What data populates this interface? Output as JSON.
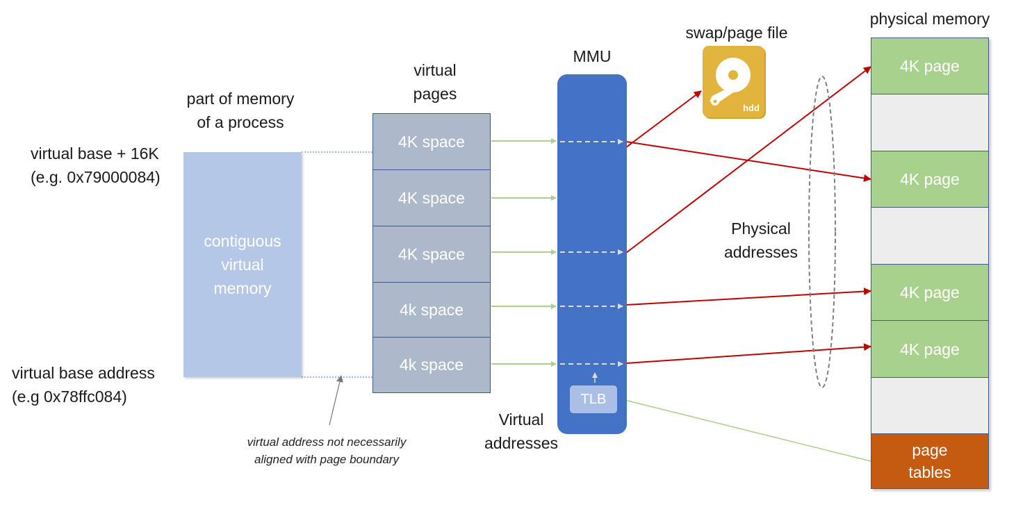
{
  "labels": {
    "process_memory": "part of memory\nof a process",
    "virtual_pages": "virtual\npages",
    "mmu": "MMU",
    "swap_file": "swap/page file",
    "physical_memory": "physical memory",
    "virtual_top": "virtual base + 16K\n(e.g. 0x79000084)",
    "virtual_bottom": "virtual base address\n(e.g 0x78ffc084)",
    "alignment_note": "virtual address not necessarily\naligned with page boundary",
    "virtual_addresses": "Virtual\naddresses",
    "physical_addresses": "Physical\naddresses",
    "contiguous": "contiguous\nvirtual\nmemory",
    "tlb": "TLB",
    "hdd": "hdd"
  },
  "virtual_pages": [
    "4K space",
    "4K space",
    "4K space",
    "4k space",
    "4k space"
  ],
  "physical_slots": [
    {
      "label": "4K page",
      "kind": "page"
    },
    {
      "label": "",
      "kind": "empty"
    },
    {
      "label": "4K page",
      "kind": "page"
    },
    {
      "label": "",
      "kind": "empty"
    },
    {
      "label": "4K page",
      "kind": "page"
    },
    {
      "label": "4K page",
      "kind": "page"
    },
    {
      "label": "",
      "kind": "empty"
    },
    {
      "label": "page\ntables",
      "kind": "tables"
    }
  ],
  "colors": {
    "page_green": "#a9d18e",
    "tables_orange": "#c55a11",
    "mmu_blue": "#4472c4",
    "arrow_green": "#a9d18e",
    "arrow_red": "#c00000"
  },
  "icons": {
    "swap": "hdd-icon"
  }
}
